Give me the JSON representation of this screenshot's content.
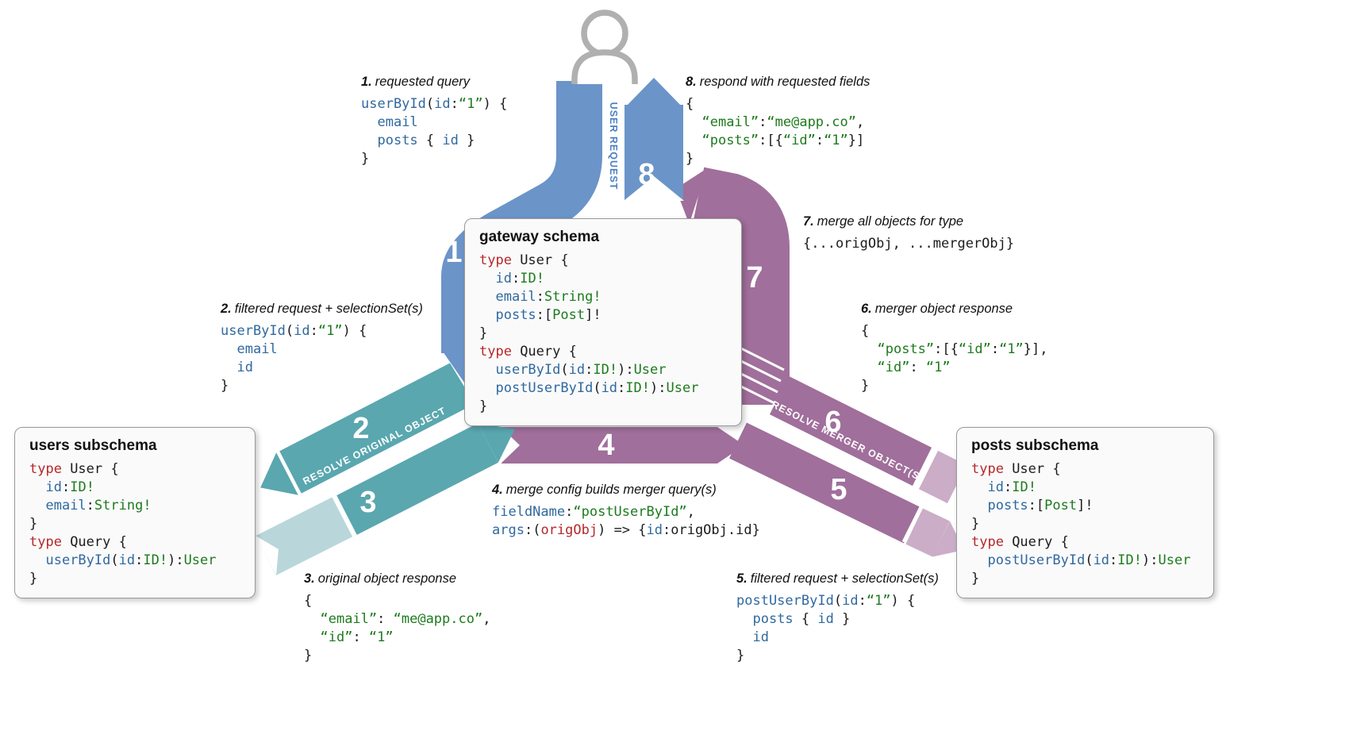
{
  "colors": {
    "blue_band": "#6b94c8",
    "teal_band": "#5aa7af",
    "teal_band_light": "#b9d7da",
    "purple_band": "#a06f9b",
    "purple_band_light": "#cbadc7",
    "code_keyword_red": "#b5282a",
    "code_field_blue": "#30699f",
    "code_type_green": "#1e7b1e",
    "user_request_text_blue": "#4a7fc1",
    "user_icon_gray": "#b0b0b0"
  },
  "flows": {
    "user_request_label": "USER REQUEST",
    "resolve_original_label": "RESOLVE ORIGINAL OBJECT",
    "resolve_merger_label": "RESOLVE MERGER OBJECT(S)",
    "steps": [
      "1",
      "2",
      "3",
      "4",
      "5",
      "6",
      "7",
      "8"
    ]
  },
  "boxes": {
    "gateway": {
      "title": "gateway schema",
      "code": [
        [
          [
            "kw",
            "type"
          ],
          [
            "pl",
            " User {"
          ]
        ],
        [
          [
            "pl",
            "  "
          ],
          [
            "id",
            "id"
          ],
          [
            "pl",
            ":"
          ],
          [
            "ty",
            "ID!"
          ]
        ],
        [
          [
            "pl",
            "  "
          ],
          [
            "id",
            "email"
          ],
          [
            "pl",
            ":"
          ],
          [
            "ty",
            "String!"
          ]
        ],
        [
          [
            "pl",
            "  "
          ],
          [
            "id",
            "posts"
          ],
          [
            "pl",
            ":["
          ],
          [
            "ty",
            "Post"
          ],
          [
            "pl",
            "]!"
          ]
        ],
        [
          [
            "pl",
            "}"
          ]
        ],
        [
          [
            "kw",
            "type"
          ],
          [
            "pl",
            " Query {"
          ]
        ],
        [
          [
            "pl",
            "  "
          ],
          [
            "id",
            "userById"
          ],
          [
            "pl",
            "("
          ],
          [
            "id",
            "id"
          ],
          [
            "pl",
            ":"
          ],
          [
            "ty",
            "ID!"
          ],
          [
            "pl",
            "):"
          ],
          [
            "ty",
            "User"
          ]
        ],
        [
          [
            "pl",
            "  "
          ],
          [
            "id",
            "postUserById"
          ],
          [
            "pl",
            "("
          ],
          [
            "id",
            "id"
          ],
          [
            "pl",
            ":"
          ],
          [
            "ty",
            "ID!"
          ],
          [
            "pl",
            "):"
          ],
          [
            "ty",
            "User"
          ]
        ],
        [
          [
            "pl",
            "}"
          ]
        ]
      ]
    },
    "users": {
      "title": "users subschema",
      "code": [
        [
          [
            "kw",
            "type"
          ],
          [
            "pl",
            " User {"
          ]
        ],
        [
          [
            "pl",
            "  "
          ],
          [
            "id",
            "id"
          ],
          [
            "pl",
            ":"
          ],
          [
            "ty",
            "ID!"
          ]
        ],
        [
          [
            "pl",
            "  "
          ],
          [
            "id",
            "email"
          ],
          [
            "pl",
            ":"
          ],
          [
            "ty",
            "String!"
          ]
        ],
        [
          [
            "pl",
            "}"
          ]
        ],
        [
          [
            "kw",
            "type"
          ],
          [
            "pl",
            " Query {"
          ]
        ],
        [
          [
            "pl",
            "  "
          ],
          [
            "id",
            "userById"
          ],
          [
            "pl",
            "("
          ],
          [
            "id",
            "id"
          ],
          [
            "pl",
            ":"
          ],
          [
            "ty",
            "ID!"
          ],
          [
            "pl",
            "):"
          ],
          [
            "ty",
            "User"
          ]
        ],
        [
          [
            "pl",
            "}"
          ]
        ]
      ]
    },
    "posts": {
      "title": "posts subschema",
      "code": [
        [
          [
            "kw",
            "type"
          ],
          [
            "pl",
            " User {"
          ]
        ],
        [
          [
            "pl",
            "  "
          ],
          [
            "id",
            "id"
          ],
          [
            "pl",
            ":"
          ],
          [
            "ty",
            "ID!"
          ]
        ],
        [
          [
            "pl",
            "  "
          ],
          [
            "id",
            "posts"
          ],
          [
            "pl",
            ":["
          ],
          [
            "ty",
            "Post"
          ],
          [
            "pl",
            "]!"
          ]
        ],
        [
          [
            "pl",
            "}"
          ]
        ],
        [
          [
            "kw",
            "type"
          ],
          [
            "pl",
            " Query {"
          ]
        ],
        [
          [
            "pl",
            "  "
          ],
          [
            "id",
            "postUserById"
          ],
          [
            "pl",
            "("
          ],
          [
            "id",
            "id"
          ],
          [
            "pl",
            ":"
          ],
          [
            "ty",
            "ID!"
          ],
          [
            "pl",
            "):"
          ],
          [
            "ty",
            "User"
          ]
        ],
        [
          [
            "pl",
            "}"
          ]
        ]
      ]
    }
  },
  "annotations": [
    {
      "num": "1.",
      "label": "requested query",
      "code": [
        [
          [
            "id",
            "userById"
          ],
          [
            "pl",
            "("
          ],
          [
            "id",
            "id"
          ],
          [
            "pl",
            ":"
          ],
          [
            "str",
            "“1”"
          ],
          [
            "pl",
            ") {"
          ]
        ],
        [
          [
            "pl",
            "  "
          ],
          [
            "id",
            "email"
          ]
        ],
        [
          [
            "pl",
            "  "
          ],
          [
            "id",
            "posts"
          ],
          [
            "pl",
            " { "
          ],
          [
            "id",
            "id"
          ],
          [
            "pl",
            " }"
          ]
        ],
        [
          [
            "pl",
            "}"
          ]
        ]
      ]
    },
    {
      "num": "2.",
      "label": "filtered request + selectionSet(s)",
      "code": [
        [
          [
            "id",
            "userById"
          ],
          [
            "pl",
            "("
          ],
          [
            "id",
            "id"
          ],
          [
            "pl",
            ":"
          ],
          [
            "str",
            "“1”"
          ],
          [
            "pl",
            ") {"
          ]
        ],
        [
          [
            "pl",
            "  "
          ],
          [
            "id",
            "email"
          ]
        ],
        [
          [
            "pl",
            "  "
          ],
          [
            "id",
            "id"
          ]
        ],
        [
          [
            "pl",
            "}"
          ]
        ]
      ]
    },
    {
      "num": "3.",
      "label": "original object response",
      "code": [
        [
          [
            "pl",
            "{"
          ]
        ],
        [
          [
            "pl",
            "  "
          ],
          [
            "str",
            "“email”"
          ],
          [
            "pl",
            ": "
          ],
          [
            "str",
            "“me@app.co”"
          ],
          [
            "pl",
            ","
          ]
        ],
        [
          [
            "pl",
            "  "
          ],
          [
            "str",
            "“id”"
          ],
          [
            "pl",
            ": "
          ],
          [
            "str",
            "“1”"
          ]
        ],
        [
          [
            "pl",
            "}"
          ]
        ]
      ]
    },
    {
      "num": "4.",
      "label": "merge config builds merger query(s)",
      "code": [
        [
          [
            "id",
            "fieldName"
          ],
          [
            "pl",
            ":"
          ],
          [
            "str",
            "“postUserById”"
          ],
          [
            "pl",
            ","
          ]
        ],
        [
          [
            "id",
            "args"
          ],
          [
            "pl",
            ":("
          ],
          [
            "kw",
            "origObj"
          ],
          [
            "pl",
            ") => {"
          ],
          [
            "id",
            "id"
          ],
          [
            "pl",
            ":origObj.id}"
          ]
        ]
      ]
    },
    {
      "num": "5.",
      "label": "filtered request + selectionSet(s)",
      "code": [
        [
          [
            "id",
            "postUserById"
          ],
          [
            "pl",
            "("
          ],
          [
            "id",
            "id"
          ],
          [
            "pl",
            ":"
          ],
          [
            "str",
            "“1”"
          ],
          [
            "pl",
            ") {"
          ]
        ],
        [
          [
            "pl",
            "  "
          ],
          [
            "id",
            "posts"
          ],
          [
            "pl",
            " { "
          ],
          [
            "id",
            "id"
          ],
          [
            "pl",
            " }"
          ]
        ],
        [
          [
            "pl",
            "  "
          ],
          [
            "id",
            "id"
          ]
        ],
        [
          [
            "pl",
            "}"
          ]
        ]
      ]
    },
    {
      "num": "6.",
      "label": "merger object response",
      "code": [
        [
          [
            "pl",
            "{"
          ]
        ],
        [
          [
            "pl",
            "  "
          ],
          [
            "str",
            "“posts”"
          ],
          [
            "pl",
            ":[{"
          ],
          [
            "str",
            "“id”"
          ],
          [
            "pl",
            ":"
          ],
          [
            "str",
            "“1”"
          ],
          [
            "pl",
            "}],"
          ]
        ],
        [
          [
            "pl",
            "  "
          ],
          [
            "str",
            "“id”"
          ],
          [
            "pl",
            ": "
          ],
          [
            "str",
            "“1”"
          ]
        ],
        [
          [
            "pl",
            "}"
          ]
        ]
      ]
    },
    {
      "num": "7.",
      "label": "merge all objects for type",
      "code": [
        [
          [
            "pl",
            "{...origObj, ...mergerObj}"
          ]
        ]
      ]
    },
    {
      "num": "8.",
      "label": "respond with requested fields",
      "code": [
        [
          [
            "pl",
            "{"
          ]
        ],
        [
          [
            "pl",
            "  "
          ],
          [
            "str",
            "“email”"
          ],
          [
            "pl",
            ":"
          ],
          [
            "str",
            "“me@app.co”"
          ],
          [
            "pl",
            ","
          ]
        ],
        [
          [
            "pl",
            "  "
          ],
          [
            "str",
            "“posts”"
          ],
          [
            "pl",
            ":[{"
          ],
          [
            "str",
            "“id”"
          ],
          [
            "pl",
            ":"
          ],
          [
            "str",
            "“1”"
          ],
          [
            "pl",
            "}]"
          ]
        ],
        [
          [
            "pl",
            "}"
          ]
        ]
      ]
    }
  ]
}
